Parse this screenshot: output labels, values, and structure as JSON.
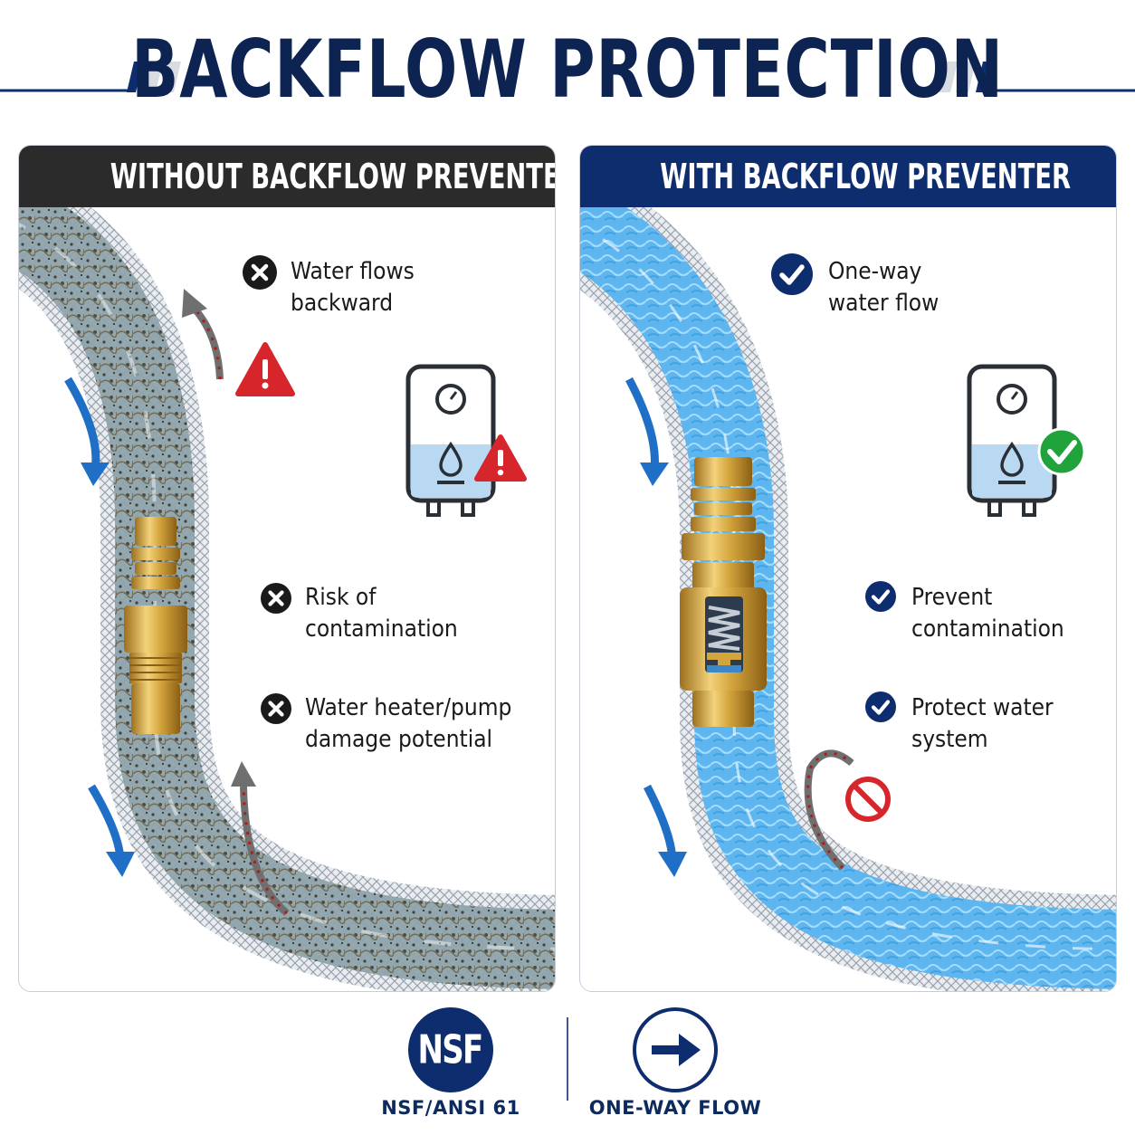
{
  "title": "BACKFLOW PROTECTION",
  "colors": {
    "navy": "#0d2352",
    "panel_left_header": "#2b2b2b",
    "panel_right_header": "#0e2d6e",
    "warning_red": "#d7262b",
    "check_green": "#1fa33a",
    "brass": "#d3a43c",
    "clean_water": "#59b4ee",
    "flow_arrow": "#1f6fc6"
  },
  "panels": {
    "without": {
      "header": "WITHOUT BACKFLOW PREVENTER",
      "features": [
        {
          "icon": "x-circle-icon",
          "text": "Water flows\nbackward"
        },
        {
          "icon": "x-circle-icon",
          "text": "Risk of\ncontamination"
        },
        {
          "icon": "x-circle-icon",
          "text": "Water heater/pump\ndamage potential"
        }
      ]
    },
    "with": {
      "header": "WITH BACKFLOW PREVENTER",
      "features": [
        {
          "icon": "check-circle-icon",
          "text": "One-way\nwater flow"
        },
        {
          "icon": "check-circle-icon",
          "text": "Prevent\ncontamination"
        },
        {
          "icon": "check-circle-icon",
          "text": "Protect water\nsystem"
        }
      ]
    }
  },
  "footer": {
    "certification_logo": "NSF",
    "certification_label": "NSF/ANSI 61",
    "flow_icon": "arrow-right-icon",
    "flow_label": "ONE-WAY FLOW"
  }
}
